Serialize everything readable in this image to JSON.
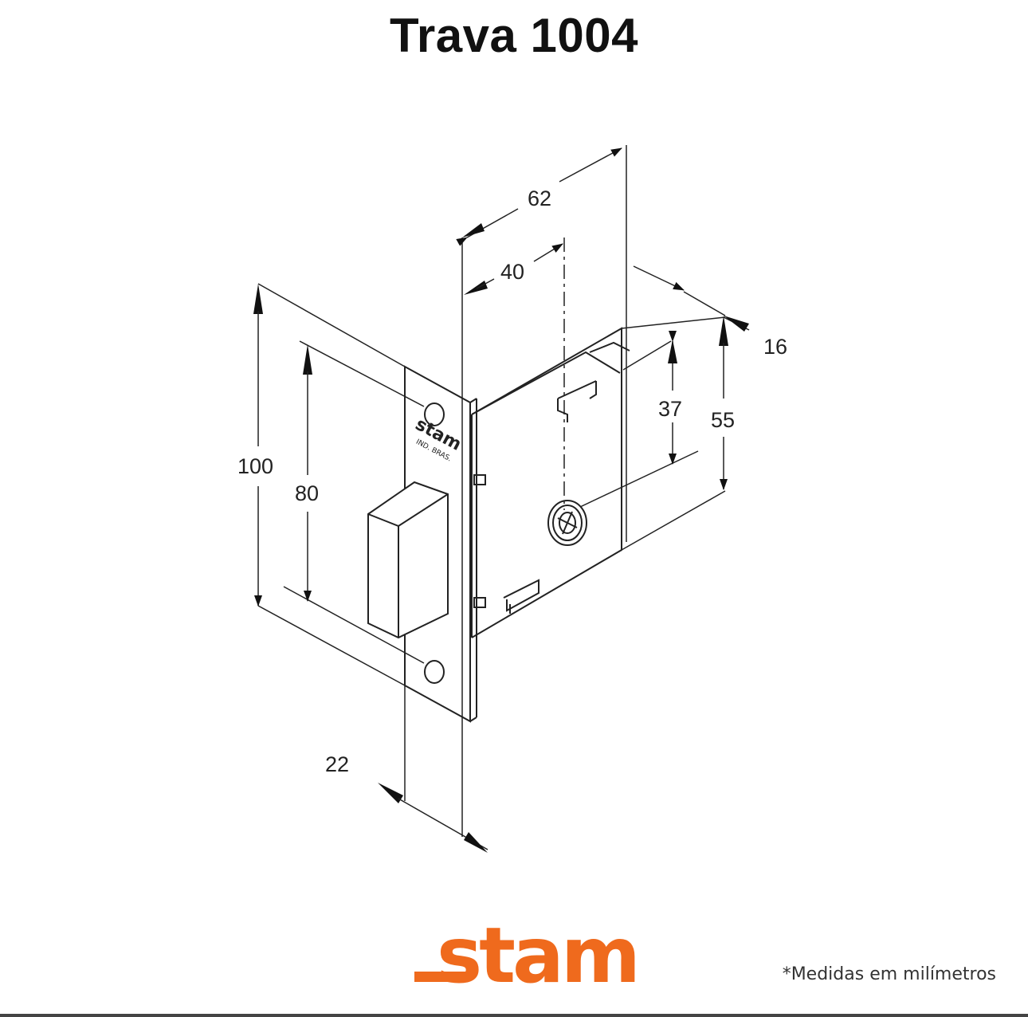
{
  "title": "Trava 1004",
  "dimensions": {
    "d62": "62",
    "d40": "40",
    "d16": "16",
    "d37": "37",
    "d55": "55",
    "d100": "100",
    "d80": "80",
    "d22": "22"
  },
  "faceplate_brand": "stam",
  "faceplate_sub": "IND. BRAS.",
  "logo": "stam",
  "note": "*Medidas em milímetros",
  "colors": {
    "brand": "#ef6a1d",
    "line": "#222222"
  }
}
